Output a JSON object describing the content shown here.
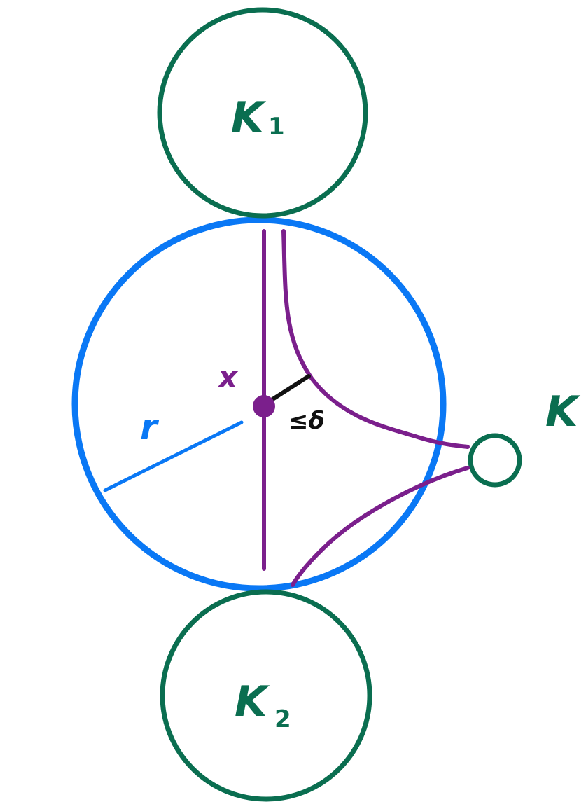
{
  "labels": {
    "k1_main": "K",
    "k1_sub": "1",
    "k2_main": "K",
    "k2_sub": "2",
    "k_main": "K",
    "x": "x",
    "r": "r",
    "delta": "≤δ"
  },
  "colors": {
    "green": "#0a6e50",
    "blue": "#0a78f5",
    "purple": "#7b1f8c",
    "black": "#111111"
  }
}
